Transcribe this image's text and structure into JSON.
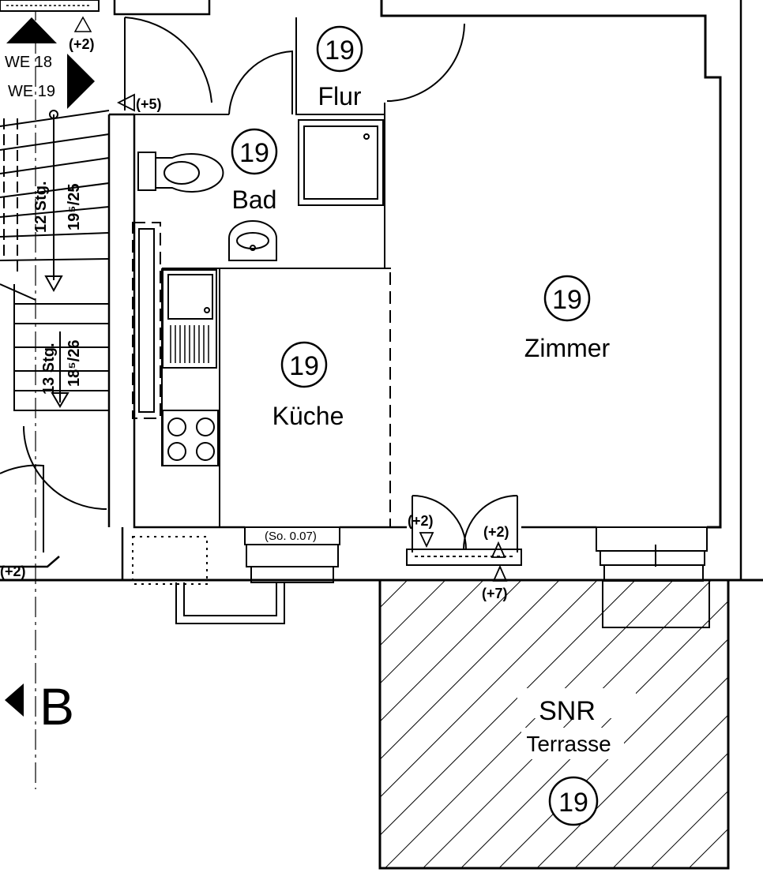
{
  "rooms": {
    "flur": {
      "number": "19",
      "name": "Flur"
    },
    "bad": {
      "number": "19",
      "name": "Bad"
    },
    "kueche": {
      "number": "19",
      "name": "Küche"
    },
    "zimmer": {
      "number": "19",
      "name": "Zimmer"
    },
    "terrasse": {
      "code": "SNR",
      "name": "Terrasse",
      "number": "19"
    }
  },
  "stairs": {
    "upper": {
      "steps": "12 Stg.",
      "rise": "19⁵/25"
    },
    "lower": {
      "steps": "13 Stg.",
      "rise": "18⁵/26"
    }
  },
  "units": {
    "we18": "WE 18",
    "we19": "WE 19"
  },
  "levels": {
    "top": "(+2)",
    "entry": "(+5)",
    "left_bottom": "(+2)",
    "terrace_door_left": "(+2)",
    "terrace_door_right": "(+2)",
    "terrace": "(+7)"
  },
  "window_note": "(So. 0.07)",
  "section_marker": "B",
  "colors": {
    "line": "#000000",
    "background": "#ffffff"
  }
}
